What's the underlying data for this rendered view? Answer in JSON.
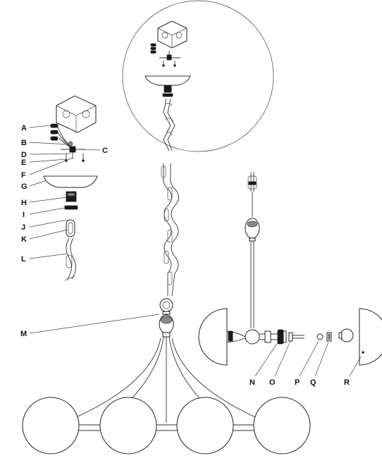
{
  "labels": {
    "A": "A",
    "B": "B",
    "C": "C",
    "D": "D",
    "E": "E",
    "F": "F",
    "G": "G",
    "H": "H",
    "I": "I",
    "J": "J",
    "K": "K",
    "L": "L",
    "M": "M",
    "N": "N",
    "O": "O",
    "P": "P",
    "Q": "Q",
    "R": "R"
  },
  "colors": {
    "line": "#333333",
    "fill": "#ffffff",
    "dark": "#1a1a1a",
    "grey": "#8a8a8a"
  }
}
